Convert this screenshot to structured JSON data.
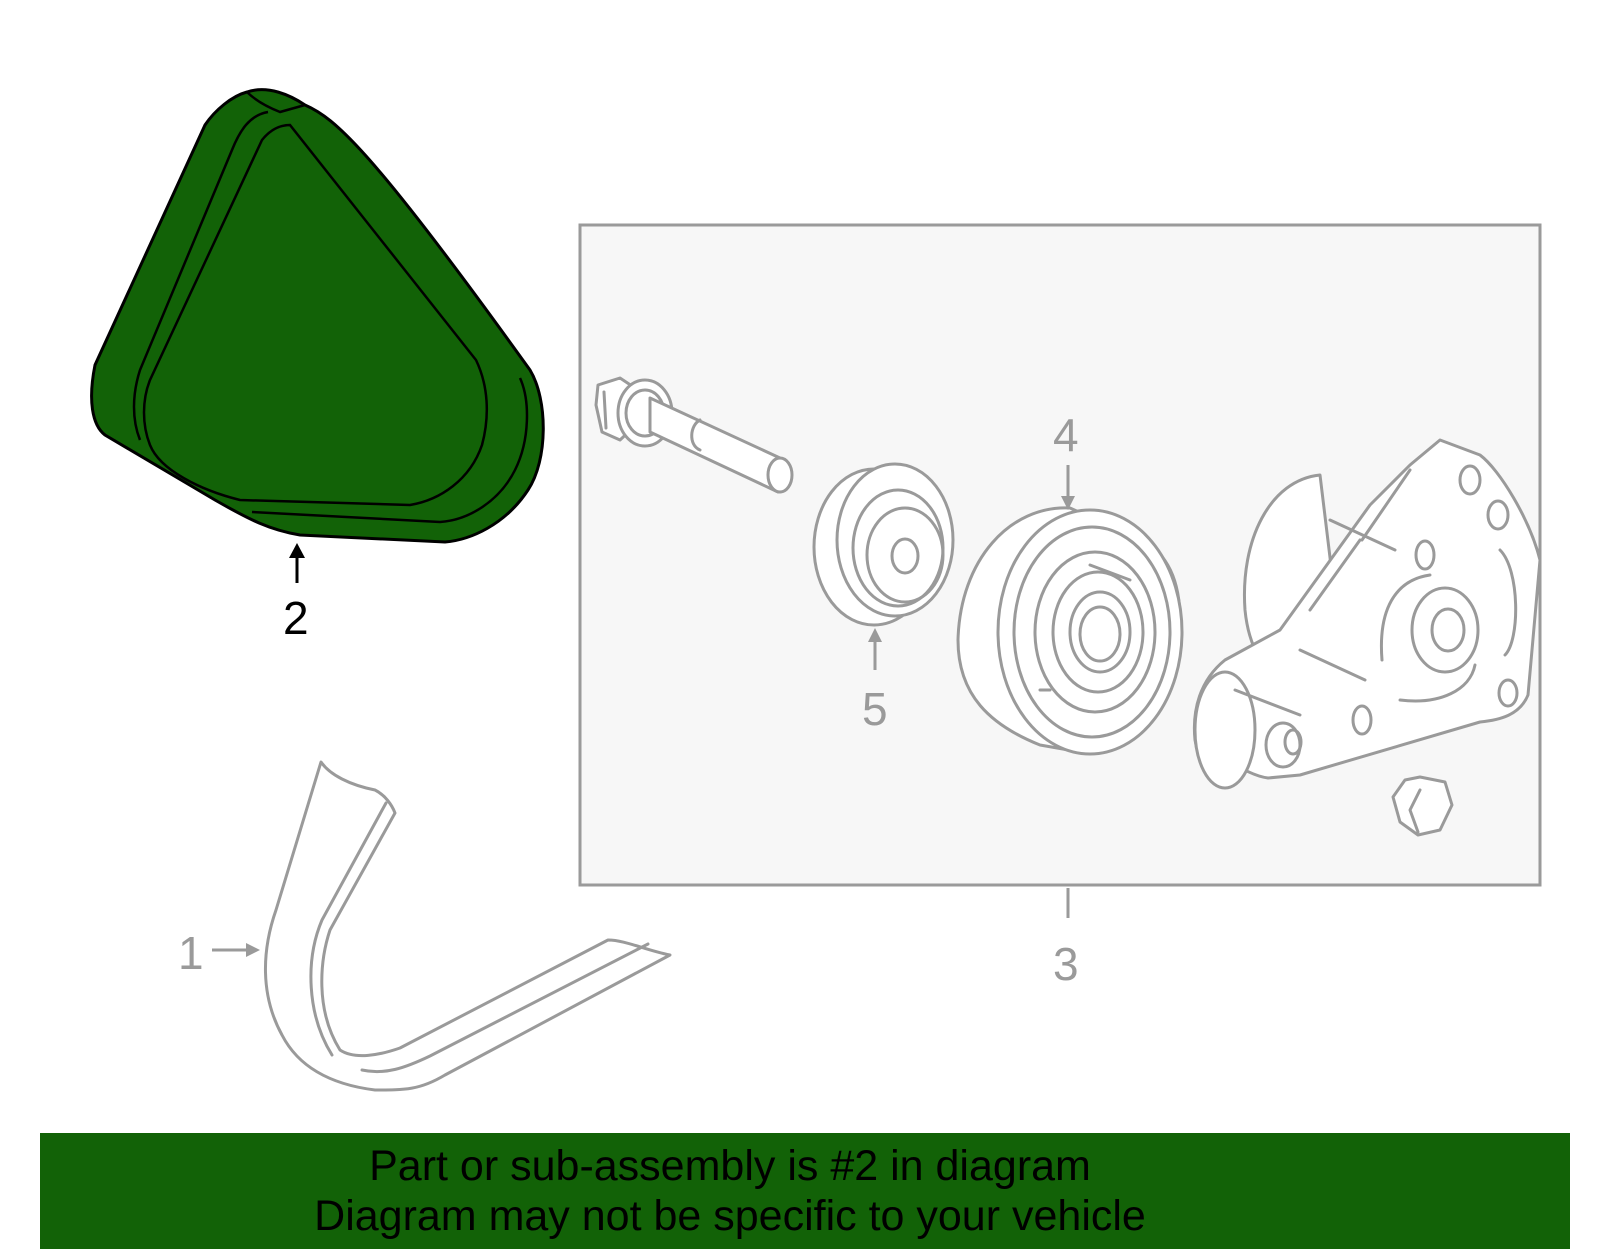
{
  "colors": {
    "highlight_fill": "#126207",
    "assembly_box_fill": "#f7f7f7",
    "line_grey": "#9a9a9a",
    "banner_bg": "#126207",
    "banner_text": "#000000"
  },
  "callouts": {
    "c1": "1",
    "c2": "2",
    "c3": "3",
    "c4": "4",
    "c5": "5"
  },
  "highlighted_part": "2",
  "parts": [
    {
      "id": "1",
      "icon": "serpentine-belt-icon"
    },
    {
      "id": "2",
      "icon": "belt-cover-icon"
    },
    {
      "id": "3",
      "icon": "tensioner-assembly-box"
    },
    {
      "id": "4",
      "icon": "idler-pulley-icon"
    },
    {
      "id": "5",
      "icon": "pulley-spacer-icon"
    }
  ],
  "footer": {
    "line1": "Part or sub-assembly is #2 in diagram",
    "line2": "Diagram may not be specific to your vehicle"
  }
}
